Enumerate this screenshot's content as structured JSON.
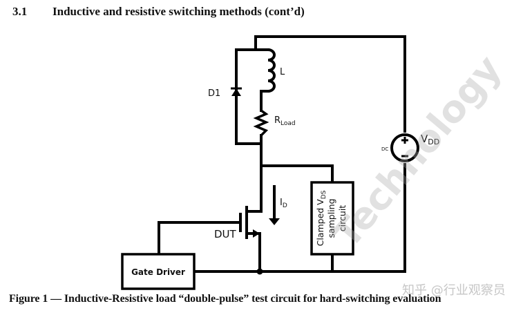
{
  "heading": {
    "number": "3.1",
    "title": "Inductive and resistive switching methods (cont’d)"
  },
  "circuit": {
    "labels": {
      "diode": "D1",
      "inductor": "L",
      "resistor_main": "R",
      "resistor_sub": "Load",
      "source_main": "V",
      "source_sub": "DD",
      "source_type": "DC",
      "source_plus": "+",
      "source_minus": "−",
      "current_main": "I",
      "current_sub": "D",
      "dut": "DUT",
      "gate_driver": "Gate Driver",
      "clamp_line1_main": "Clamped V",
      "clamp_line1_sub": "DS",
      "clamp_line2": "sampling",
      "clamp_line3": "circuit"
    }
  },
  "caption": "Figure 1 — Inductive-Resistive load “double-pulse” test circuit for hard-switching evaluation",
  "watermark": {
    "diagonal_text": "Technology",
    "source_text": "知乎 @行业观察员"
  }
}
